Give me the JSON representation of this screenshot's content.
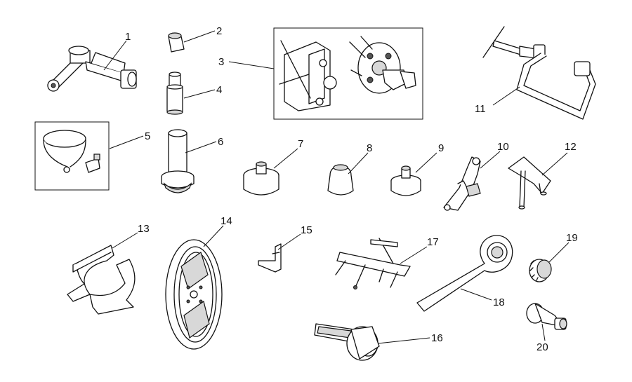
{
  "colors": {
    "line": "#111111",
    "shade": "#d8d8d8",
    "background": "#ffffff"
  },
  "callouts": [
    {
      "id": "1",
      "label": "1"
    },
    {
      "id": "2",
      "label": "2"
    },
    {
      "id": "3",
      "label": "3"
    },
    {
      "id": "4",
      "label": "4"
    },
    {
      "id": "5",
      "label": "5"
    },
    {
      "id": "6",
      "label": "6"
    },
    {
      "id": "7",
      "label": "7"
    },
    {
      "id": "8",
      "label": "8"
    },
    {
      "id": "9",
      "label": "9"
    },
    {
      "id": "10",
      "label": "10"
    },
    {
      "id": "11",
      "label": "11"
    },
    {
      "id": "12",
      "label": "12"
    },
    {
      "id": "13",
      "label": "13"
    },
    {
      "id": "14",
      "label": "14"
    },
    {
      "id": "15",
      "label": "15"
    },
    {
      "id": "16",
      "label": "16"
    },
    {
      "id": "17",
      "label": "17"
    },
    {
      "id": "18",
      "label": "18"
    },
    {
      "id": "19",
      "label": "19"
    },
    {
      "id": "20",
      "label": "20"
    }
  ]
}
